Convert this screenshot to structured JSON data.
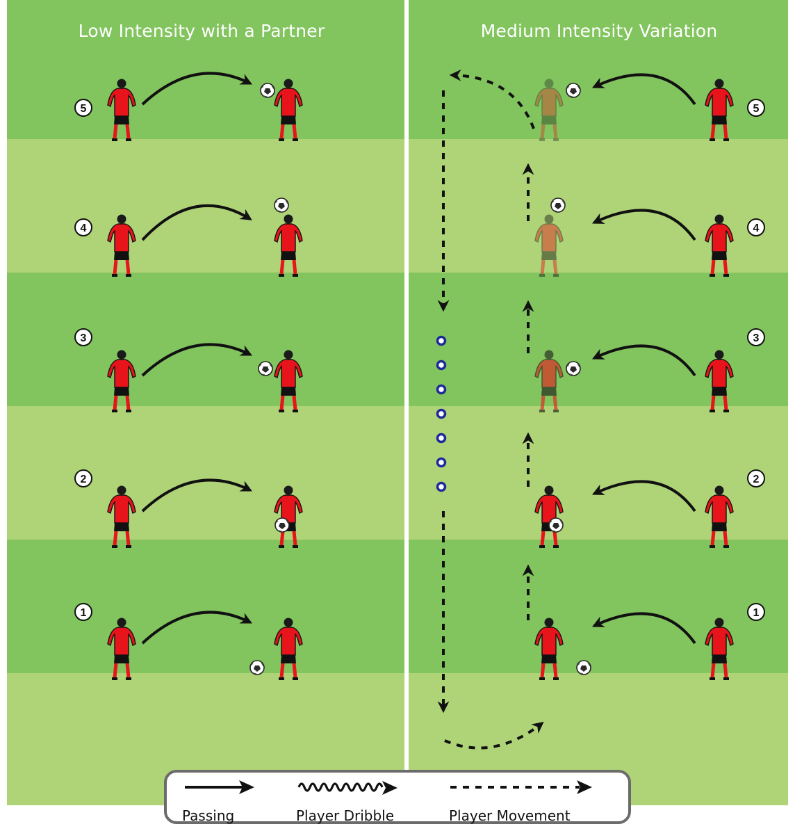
{
  "panels": {
    "left_title": "Low Intensity with a Partner",
    "right_title": "Medium Intensity Variation"
  },
  "rows": [
    {
      "number": "5",
      "receive": "catch"
    },
    {
      "number": "4",
      "receive": "header"
    },
    {
      "number": "3",
      "receive": "chest"
    },
    {
      "number": "2",
      "receive": "thigh"
    },
    {
      "number": "1",
      "receive": "foot"
    }
  ],
  "legend": {
    "passing": "Passing",
    "dribble": "Player Dribble",
    "movement": "Player Movement"
  },
  "colors": {
    "grass_dark": "#82c45e",
    "grass_light": "#afd477",
    "jersey": "#e8141b",
    "cone": "#1d2a9a",
    "divider": "#ffffff"
  },
  "cones_count": 7
}
